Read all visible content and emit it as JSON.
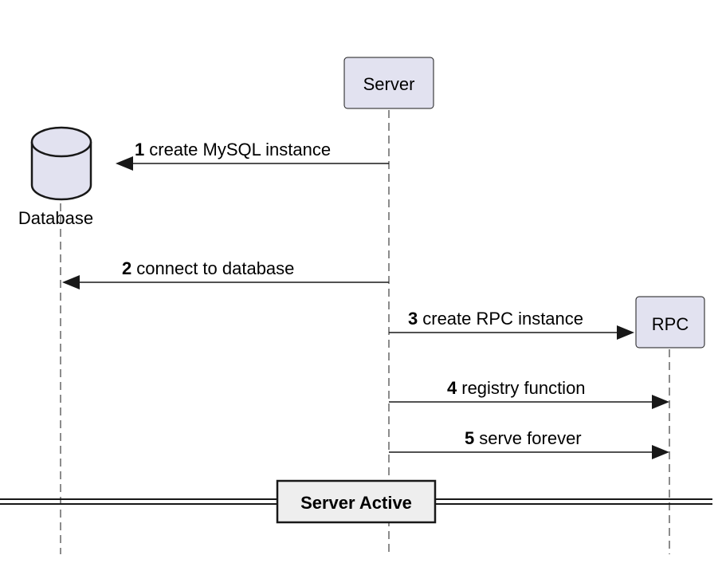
{
  "diagram": {
    "type": "sequence",
    "participants": {
      "database": {
        "label": "Database",
        "shape": "database"
      },
      "server": {
        "label": "Server",
        "shape": "box"
      },
      "rpc": {
        "label": "RPC",
        "shape": "box"
      }
    },
    "messages": [
      {
        "number": "1",
        "text": "create MySQL instance",
        "from": "Server",
        "to": "Database"
      },
      {
        "number": "2",
        "text": "connect to database",
        "from": "Server",
        "to": "Database"
      },
      {
        "number": "3",
        "text": "create RPC instance",
        "from": "Server",
        "to": "RPC"
      },
      {
        "number": "4",
        "text": "registry function",
        "from": "Server",
        "to": "RPC"
      },
      {
        "number": "5",
        "text": "serve forever",
        "from": "Server",
        "to": "RPC"
      }
    ],
    "divider": "Server Active"
  },
  "colors": {
    "participant_fill": "#E2E2F0",
    "participant_stroke": "#181818",
    "line": "#181818",
    "divider_fill": "#EEEEEE"
  }
}
